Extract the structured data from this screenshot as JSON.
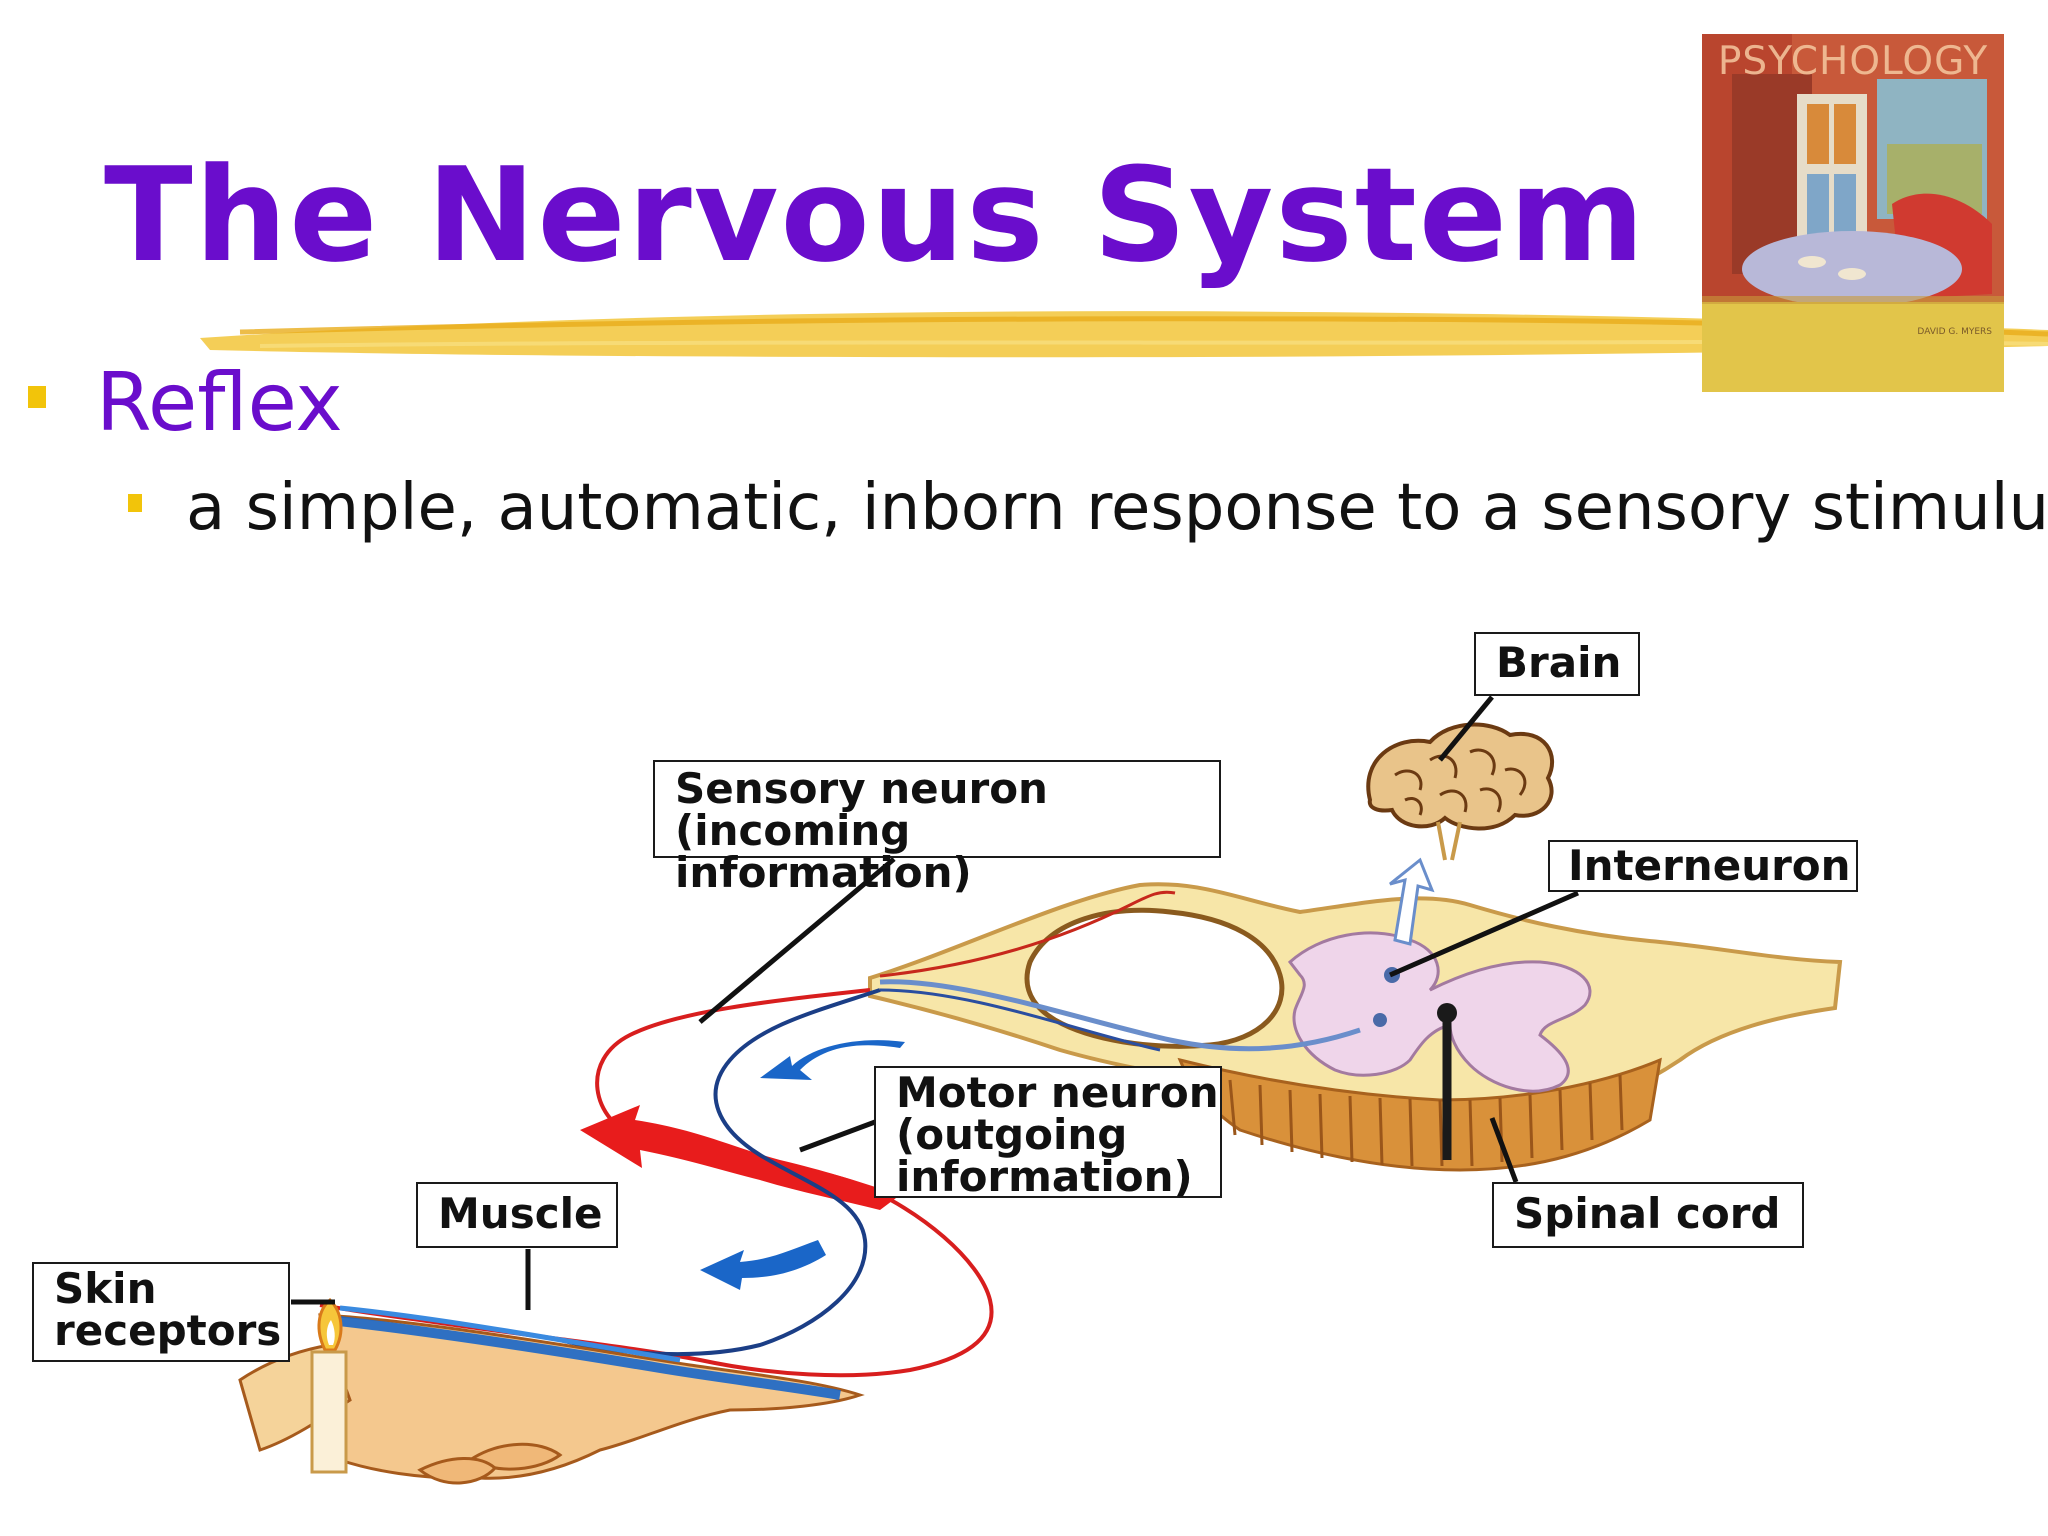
{
  "slide": {
    "title": "The Nervous System",
    "bullet": "Reflex",
    "sub_bullet": "a simple, automatic, inborn response to a sensory stimulus"
  },
  "book_cover": {
    "title": "PSYCHOLOGY",
    "author": "DAVID G. MYERS"
  },
  "diagram": {
    "labels": {
      "brain": "Brain",
      "sensory_neuron": "Sensory neuron\n(incoming information)",
      "interneuron": "Interneuron",
      "motor_neuron": "Motor neuron\n(outgoing\ninformation)",
      "muscle": "Muscle",
      "skin_receptors": "Skin\nreceptors",
      "spinal_cord": "Spinal cord"
    }
  },
  "colors": {
    "title": "#6a0dcc",
    "bullet": "#f2c40a",
    "sensory_neuron": "#e01818",
    "motor_neuron": "#1a66c8"
  }
}
